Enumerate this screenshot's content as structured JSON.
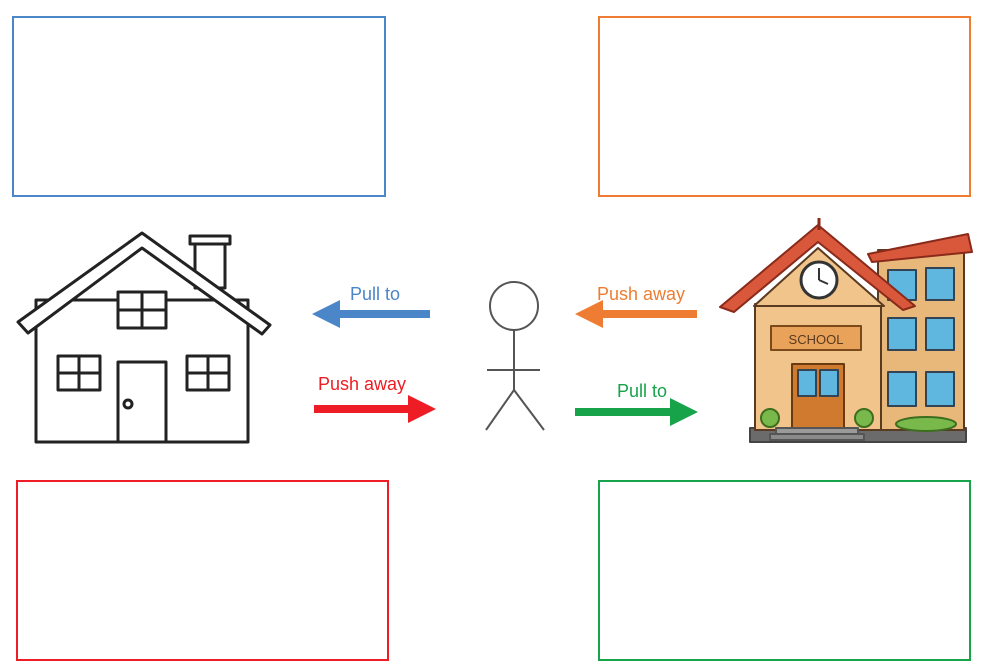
{
  "colors": {
    "blue": "#4a86c8",
    "orange": "#ee7d33",
    "red": "#ee1c24",
    "green": "#16a34a",
    "outline": "#222222"
  },
  "labels": {
    "home_pull": "Pull to",
    "home_push": "Push away",
    "school_push": "Push away",
    "school_pull": "Pull to"
  },
  "school_sign": "SCHOOL",
  "icons": {
    "home": "house-icon",
    "person": "stick-figure-icon",
    "school": "school-building-icon"
  }
}
